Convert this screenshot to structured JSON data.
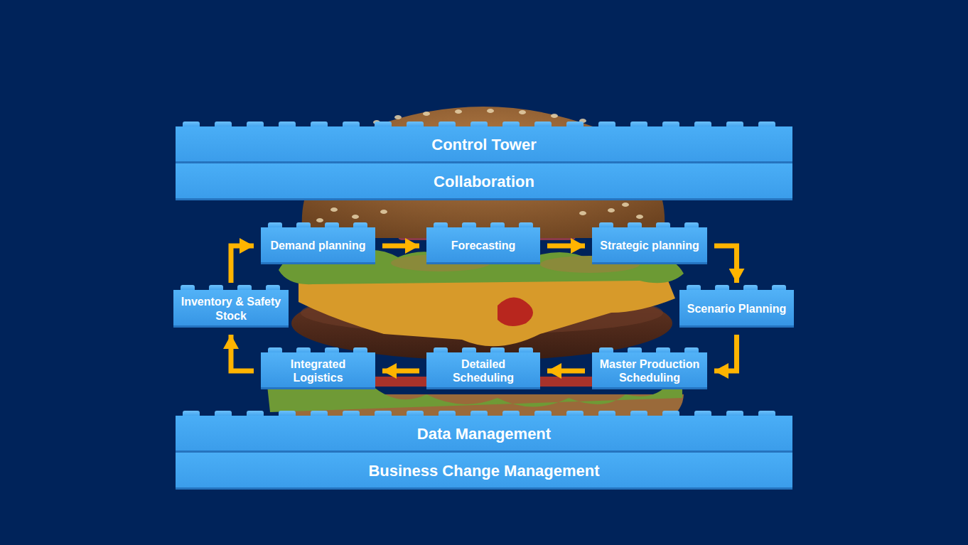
{
  "diagram": {
    "nodes": [
      {
        "text": [
          "Control Tower"
        ]
      },
      {
        "text": [
          "Collaboration"
        ]
      },
      {
        "text": [
          "Demand planning"
        ]
      },
      {
        "text": [
          "Forecasting"
        ]
      },
      {
        "text": [
          "Strategic planning"
        ]
      },
      {
        "text": [
          "Inventory & Safety Stock"
        ]
      },
      {
        "text": [
          "Scenario Planning"
        ]
      },
      {
        "text": [
          "Integrated Logistics"
        ]
      },
      {
        "text": [
          "Detailed Scheduling"
        ]
      },
      {
        "text": [
          "Master Production Scheduling"
        ]
      },
      {
        "text": [
          "Data Management"
        ]
      },
      {
        "text": [
          "Business Change Management"
        ]
      }
    ],
    "edges": [
      {
        "from": 2,
        "to": 3,
        "arrow": "to"
      },
      {
        "from": 3,
        "to": 4,
        "arrow": "to"
      },
      {
        "from": 4,
        "to": 6,
        "arrow": "to"
      },
      {
        "from": 6,
        "to": 9,
        "arrow": "to"
      },
      {
        "from": 9,
        "to": 8,
        "arrow": "to"
      },
      {
        "from": 8,
        "to": 7,
        "arrow": "to"
      },
      {
        "from": 7,
        "to": 5,
        "arrow": "to"
      },
      {
        "from": 5,
        "to": 2,
        "arrow": "to"
      }
    ]
  }
}
